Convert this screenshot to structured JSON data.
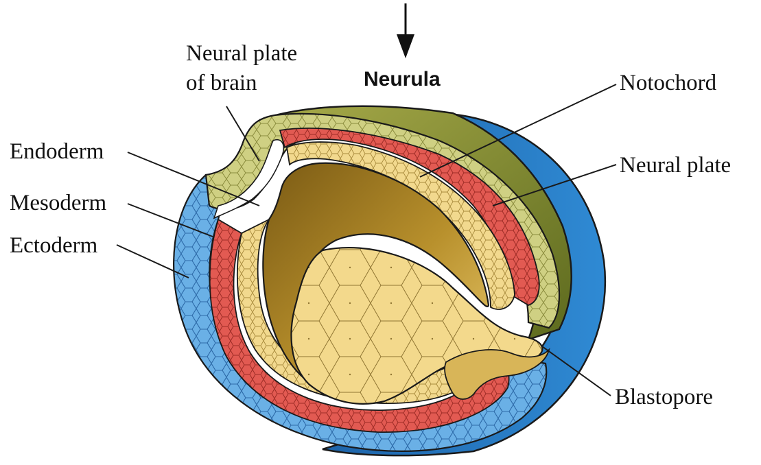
{
  "title": "Neurula",
  "labels": {
    "neural_plate_of_brain_line1": "Neural plate",
    "neural_plate_of_brain_line2": "of brain",
    "endoderm": "Endoderm",
    "mesoderm": "Mesoderm",
    "ectoderm": "Ectoderm",
    "notochord": "Notochord",
    "neural_plate": "Neural plate",
    "blastopore": "Blastopore"
  },
  "colors": {
    "ectoderm_blue": "#5fa6e0",
    "outer_blue": "#1f6fb8",
    "mesoderm_red": "#e0504a",
    "endoderm_yellow": "#f0d68a",
    "neural_plate_green": "#c9c878",
    "dorsal_olive": "#7f8a2e",
    "archenteron_gold": "#c9a640",
    "outline": "#1a1a1a"
  }
}
